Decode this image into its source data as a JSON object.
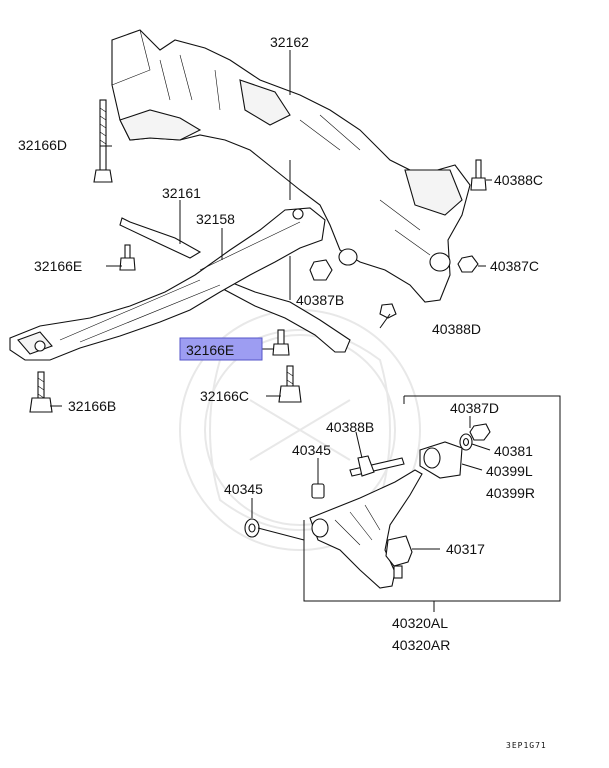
{
  "diagram": {
    "labels": {
      "p32162": "32162",
      "p32166D": "32166D",
      "p40388C": "40388C",
      "p32161": "32161",
      "p32158": "32158",
      "p32166E_left": "32166E",
      "p40387C": "40387C",
      "p40387B": "40387B",
      "p40388D": "40388D",
      "p32166E_highlight": "32166E",
      "p32166B": "32166B",
      "p32166C": "32166C",
      "p40387D": "40387D",
      "p40388B": "40388B",
      "p40381": "40381",
      "p40345_upper": "40345",
      "p40399L": "40399L",
      "p40399R": "40399R",
      "p40345_lower": "40345",
      "p40317": "40317",
      "p40320AL": "40320AL",
      "p40320AR": "40320AR"
    },
    "footer_code": "3EP1G71",
    "highlight_color": "#9d9df2"
  }
}
